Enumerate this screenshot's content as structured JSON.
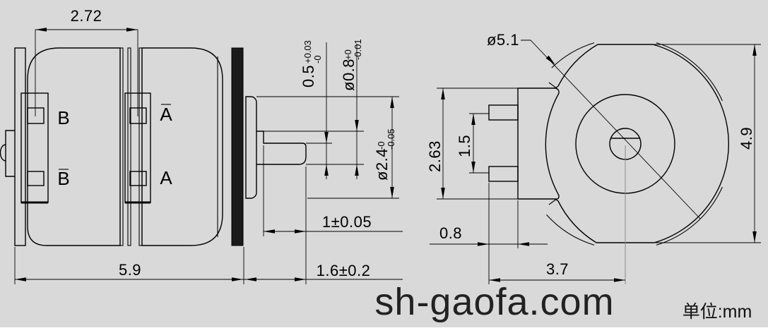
{
  "colors": {
    "background": "#d9d9d9",
    "line": "#000000",
    "watermark_color": "#222222",
    "flange_fill": "#1a1a1a"
  },
  "side_view": {
    "terminals": [
      {
        "id": "b",
        "label": "B",
        "overbar": false
      },
      {
        "id": "b_bar",
        "label": "B",
        "overbar": true
      },
      {
        "id": "a_bar",
        "label": "A",
        "overbar": true
      },
      {
        "id": "a",
        "label": "A",
        "overbar": false
      }
    ],
    "dims": {
      "width_top": "2.72",
      "length": "5.9",
      "flat_length": "1±0.05",
      "shaft_length": "1.6±0.2",
      "flat_height": {
        "main": "0.5",
        "upper": "+0.03",
        "lower": "-0"
      },
      "shaft_dia": {
        "main": "ø0.8",
        "upper": "+0",
        "lower": "-0.01"
      },
      "boss_dia": {
        "main": "ø2.4",
        "upper": "-0",
        "lower": "-0.05"
      }
    }
  },
  "front_view": {
    "dims": {
      "outer_dia": "ø5.1",
      "block_height": "2.63",
      "pin_pitch": "1.5",
      "pin_length": "0.8",
      "center_offset": "3.7",
      "body_height": "4.9"
    }
  },
  "footer": {
    "watermark": "sh-gaofa.com",
    "unit_label": "单位:mm"
  }
}
